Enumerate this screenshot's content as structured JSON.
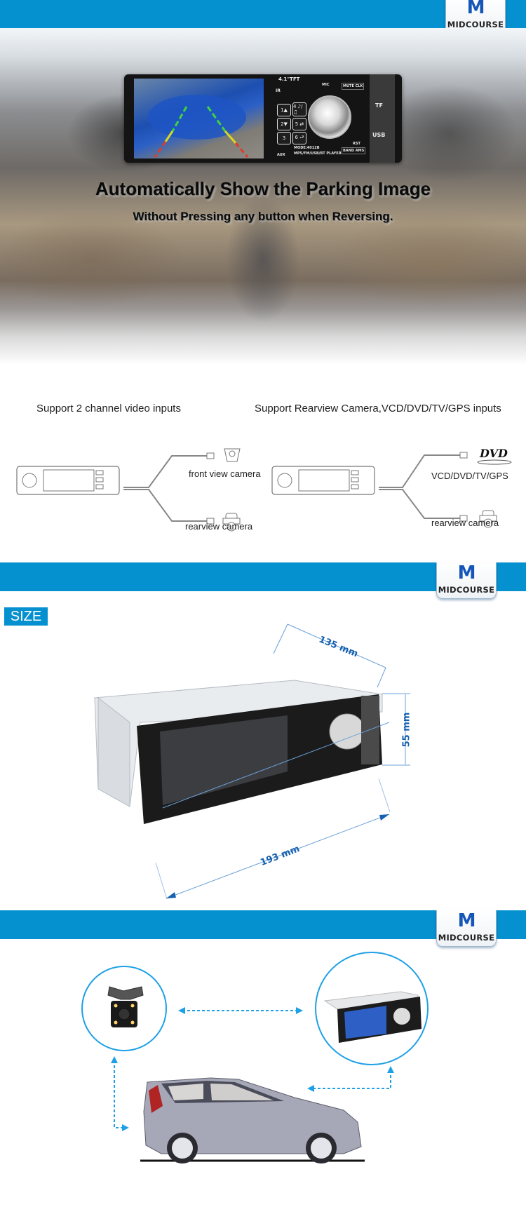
{
  "brand": {
    "logo_letter": "M",
    "logo_name": "MIDCOURSE",
    "accent_color": "#0590cf",
    "logo_color": "#1556b8"
  },
  "hero": {
    "headline": "Automatically Show the Parking Image",
    "subheadline": "Without Pressing any button when Reversing."
  },
  "head_unit": {
    "screen_size": "4.1\"TFT",
    "mic": "MIC",
    "mute": "MUTE CLK",
    "ir": "IR",
    "aux": "AUX",
    "tf": "TF",
    "usb": "USB",
    "rst": "RST",
    "band": "BAND AMS",
    "model": "MODE:4012B",
    "model_desc": "MP5/FM/USB/BT PLAYER",
    "keys": [
      "1▲",
      "4 ♪/♫",
      "2▼",
      "5 ⇄",
      "3",
      "6 ⮐"
    ]
  },
  "inputs": {
    "left": {
      "title": "Support 2 channel video inputs",
      "outputs": [
        "front view camera",
        "rearview camera"
      ]
    },
    "right": {
      "title": "Support Rearview Camera,VCD/DVD/TV/GPS inputs",
      "dvd_logo": "DVD",
      "outputs": [
        "VCD/DVD/TV/GPS",
        "rearview camera"
      ]
    }
  },
  "size": {
    "badge": "SIZE",
    "depth": "135 mm",
    "height": "55 mm",
    "width": "193 mm",
    "dimension_color": "#1560b0"
  },
  "connection": {
    "arrow_color": "#1ea0e6"
  }
}
